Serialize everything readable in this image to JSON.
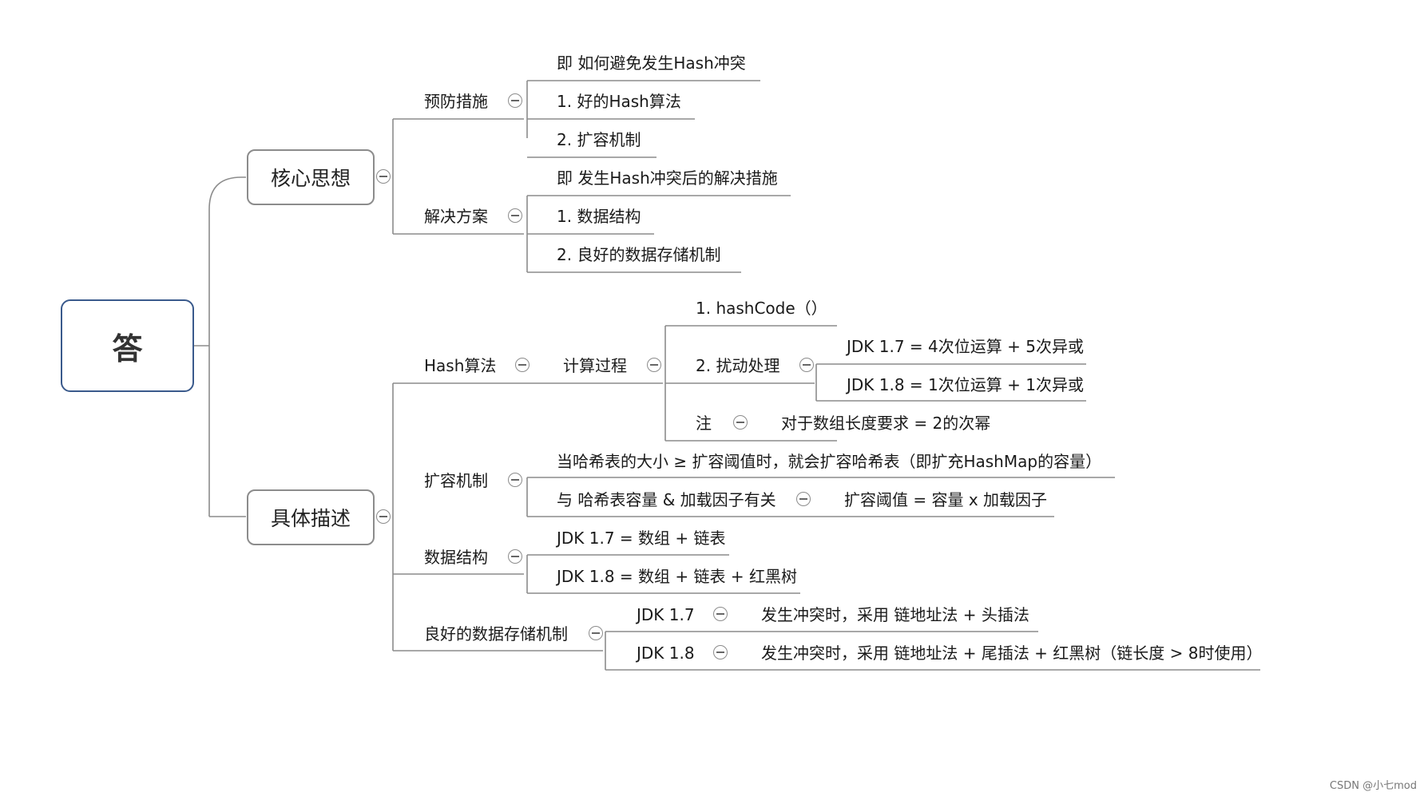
{
  "root": {
    "label": "答"
  },
  "core": {
    "label": "核心思想",
    "prevent": {
      "label": "预防措施",
      "items": [
        "即 如何避免发生Hash冲突",
        "1. 好的Hash算法",
        "2. 扩容机制"
      ]
    },
    "solution": {
      "label": "解决方案",
      "items": [
        "即 发生Hash冲突后的解决措施",
        "1. 数据结构",
        "2. 良好的数据存储机制"
      ]
    }
  },
  "detail": {
    "label": "具体描述",
    "hash": {
      "label": "Hash算法",
      "calc": {
        "label": "计算过程",
        "step1": "1. hashCode（）",
        "step2": {
          "label": "2. 扰动处理",
          "items": [
            "JDK 1.7 = 4次位运算 + 5次异或",
            "JDK 1.8 = 1次位运算 + 1次异或"
          ]
        },
        "note": {
          "label": "注",
          "text": "对于数组长度要求 = 2的次幂"
        }
      }
    },
    "resize": {
      "label": "扩容机制",
      "when": "当哈希表的大小 ≥ 扩容阈值时，就会扩容哈希表（即扩充HashMap的容量）",
      "related": {
        "label": "与 哈希表容量 & 加载因子有关",
        "formula": "扩容阈值 = 容量 x 加载因子"
      }
    },
    "structure": {
      "label": "数据结构",
      "items": [
        "JDK 1.7 = 数组 + 链表",
        "JDK 1.8 =  数组 + 链表 + 红黑树"
      ]
    },
    "storage": {
      "label": "良好的数据存储机制",
      "jdk17": {
        "label": "JDK 1.7",
        "text": "发生冲突时，采用 链地址法 + 头插法"
      },
      "jdk18": {
        "label": "JDK 1.8",
        "text": "发生冲突时，采用 链地址法 + 尾插法 + 红黑树（链长度 > 8时使用）"
      }
    }
  },
  "watermark": "CSDN @小七mod",
  "colors": {
    "line": "#8c8c8c",
    "root_border": "#3a5a8c"
  }
}
